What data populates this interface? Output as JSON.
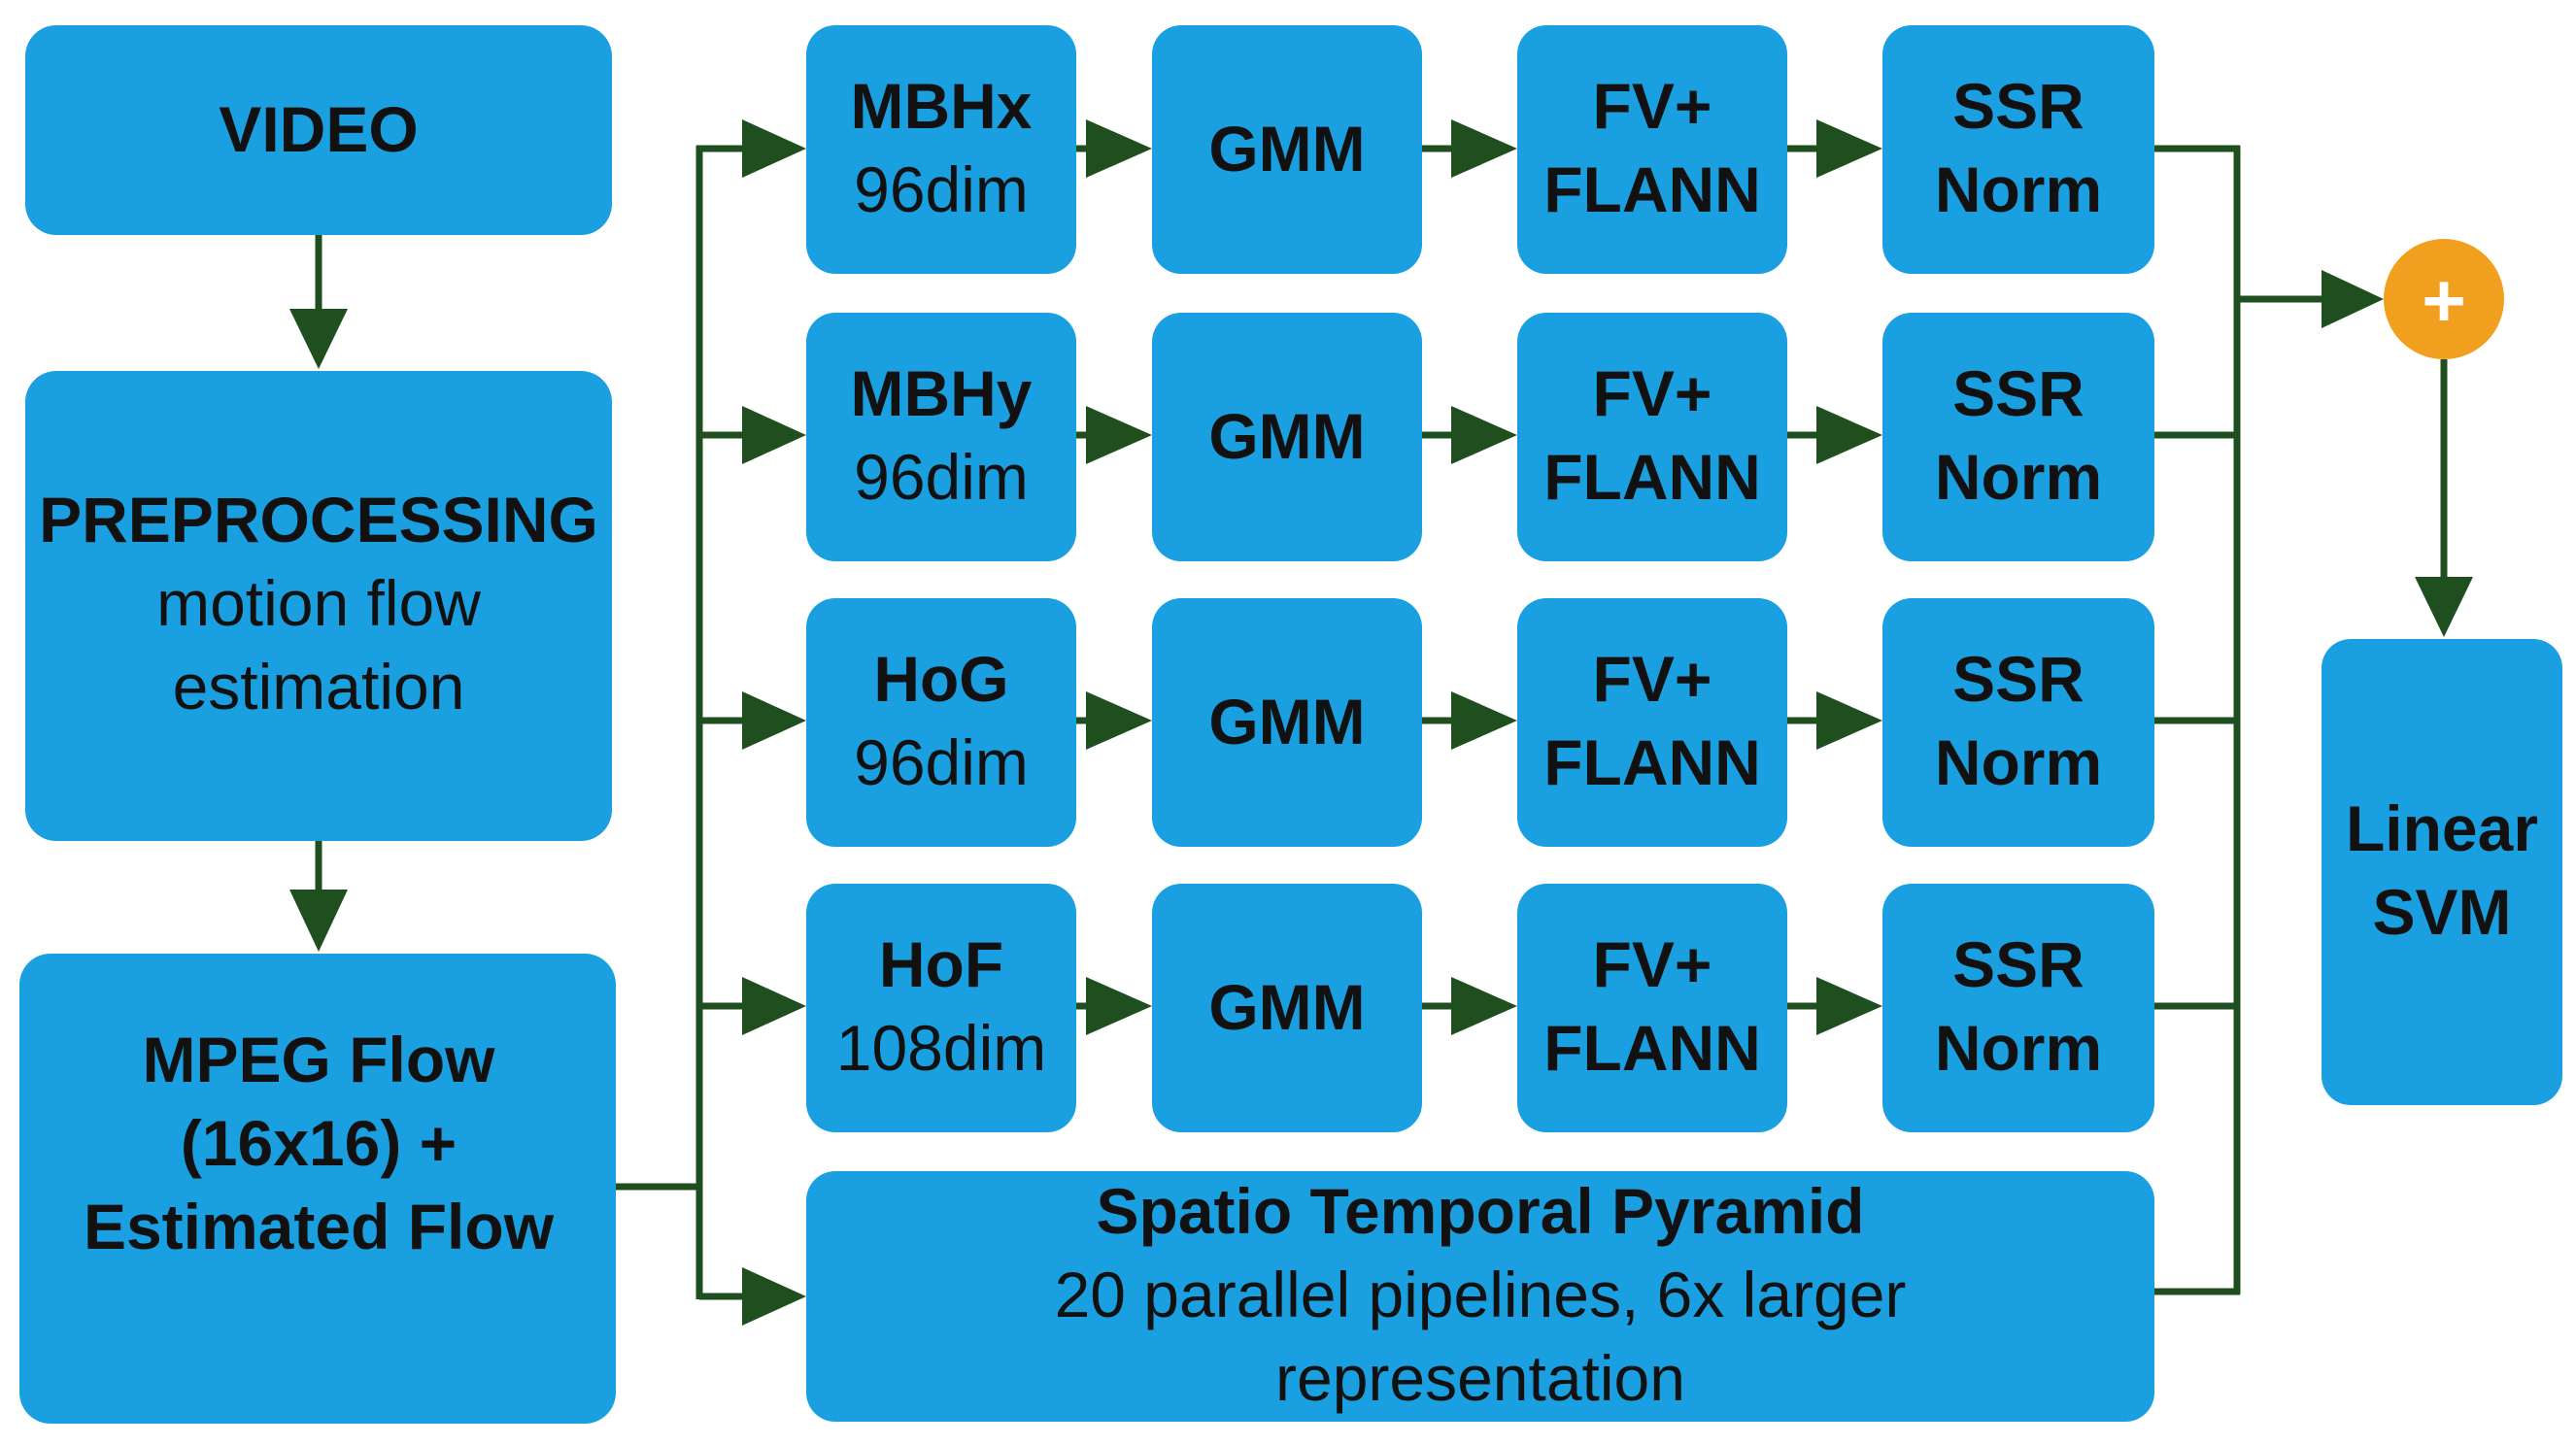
{
  "colors": {
    "box": "#1aa0e0",
    "arrow": "#1f4e1f",
    "plus": "#f0a01e",
    "text": "#111111"
  },
  "video": {
    "label": "VIDEO"
  },
  "preprocessing": {
    "title": "PREPROCESSING",
    "line1": "motion flow",
    "line2": "estimation"
  },
  "mpeg": {
    "line1": "MPEG Flow",
    "line2": "(16x16) +",
    "line3": "Estimated Flow"
  },
  "pipelines": [
    {
      "descriptor": "MBHx",
      "dim": "96dim",
      "gmm": "GMM",
      "fv1": "FV+",
      "fv2": "FLANN",
      "ssr1": "SSR",
      "ssr2": "Norm"
    },
    {
      "descriptor": "MBHy",
      "dim": "96dim",
      "gmm": "GMM",
      "fv1": "FV+",
      "fv2": "FLANN",
      "ssr1": "SSR",
      "ssr2": "Norm"
    },
    {
      "descriptor": "HoG",
      "dim": "96dim",
      "gmm": "GMM",
      "fv1": "FV+",
      "fv2": "FLANN",
      "ssr1": "SSR",
      "ssr2": "Norm"
    },
    {
      "descriptor": "HoF",
      "dim": "108dim",
      "gmm": "GMM",
      "fv1": "FV+",
      "fv2": "FLANN",
      "ssr1": "SSR",
      "ssr2": "Norm"
    }
  ],
  "pyramid": {
    "title": "Spatio Temporal Pyramid",
    "line1": "20 parallel pipelines, 6x larger",
    "line2": "representation"
  },
  "combine": {
    "symbol": "+",
    "icon": "plus-circle-icon"
  },
  "svm": {
    "line1": "Linear",
    "line2": "SVM"
  }
}
